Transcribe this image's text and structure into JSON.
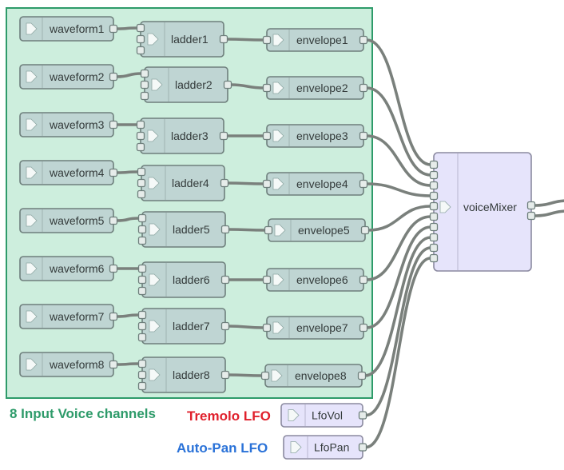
{
  "colors": {
    "group_fill": "#cdeedd",
    "group_stroke": "#2e9b6a",
    "node_fill": "#bfd5d3",
    "node_stroke": "#6e7f7c",
    "mixer_fill": "#e6e4fb",
    "lfo_fill": "#e6e4fb",
    "icon_fill": "#f5f9f8",
    "wire": "#7a807c",
    "label_green": "#2e9b6a",
    "label_red": "#e0202c",
    "label_blue": "#2a72d8"
  },
  "group_label": "8 Input Voice channels",
  "voices": [
    {
      "waveform": "waveform1",
      "ladder": "ladder1",
      "envelope": "envelope1"
    },
    {
      "waveform": "waveform2",
      "ladder": "ladder2",
      "envelope": "envelope2"
    },
    {
      "waveform": "waveform3",
      "ladder": "ladder3",
      "envelope": "envelope3"
    },
    {
      "waveform": "waveform4",
      "ladder": "ladder4",
      "envelope": "envelope4"
    },
    {
      "waveform": "waveform5",
      "ladder": "ladder5",
      "envelope": "envelope5"
    },
    {
      "waveform": "waveform6",
      "ladder": "ladder6",
      "envelope": "envelope6"
    },
    {
      "waveform": "waveform7",
      "ladder": "ladder7",
      "envelope": "envelope7"
    },
    {
      "waveform": "waveform8",
      "ladder": "ladder8",
      "envelope": "envelope8"
    }
  ],
  "mixer": {
    "label": "voiceMixer",
    "input_count": 10,
    "output_count": 2
  },
  "lfos": [
    {
      "caption": "Tremolo LFO",
      "node": "LfoVol",
      "caption_color": "#e0202c"
    },
    {
      "caption": "Auto-Pan LFO",
      "node": "LfoPan",
      "caption_color": "#2a72d8"
    }
  ],
  "icons": {
    "node_icon": "play-arrow-icon"
  }
}
